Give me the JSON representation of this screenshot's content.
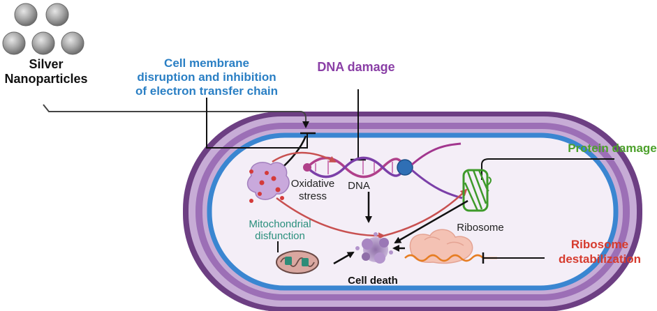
{
  "agent": {
    "title_lines": [
      "Silver",
      "Nanoparticles"
    ],
    "particle_color": "#9a9a9a"
  },
  "mechanisms": {
    "membrane": {
      "lines": [
        "Cell membrane",
        "disruption and inhibition",
        "of electron transfer chain"
      ],
      "color": "#2a7fc4"
    },
    "dna_damage": {
      "text": "DNA damage",
      "color": "#8a3fa6"
    },
    "protein_damage": {
      "text": "Protein damage",
      "color": "#4da12c"
    },
    "ribosome_destabilization": {
      "lines": [
        "Ribosome",
        "destabilization"
      ],
      "color": "#d63b2e"
    }
  },
  "cell": {
    "oxidative_stress_lines": [
      "Oxidative",
      "stress"
    ],
    "dna_label": "DNA",
    "ribosome_label": "Ribosome",
    "mitochondria_lines": [
      "Mitochondrial",
      "disfunction"
    ],
    "mitochondria_color": "#2a8f7c",
    "cell_death_label": "Cell death",
    "wall_color": "#7a3f8e",
    "membrane_color": "#3a86d1",
    "cytoplasm_color": "#f4eef7",
    "arrow_red": "#c85050"
  }
}
